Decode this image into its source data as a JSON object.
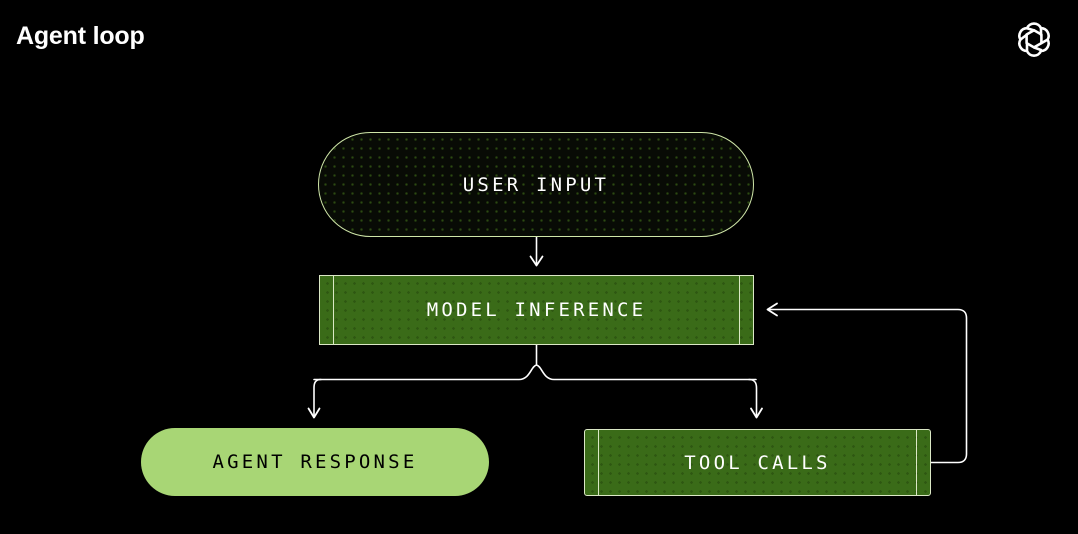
{
  "header": {
    "title": "Agent loop",
    "logo": "openai-logo"
  },
  "diagram": {
    "type": "flowchart",
    "background_color": "#000000",
    "accent_color": "#a8d675",
    "box_fill_color": "#3a6b18",
    "border_color": "#dbe8c6",
    "edge_color": "#ffffff",
    "nodes": [
      {
        "id": "user-input",
        "label": "USER INPUT",
        "shape": "pill",
        "style": "outlined-dark",
        "text_color": "#ffffff"
      },
      {
        "id": "model-inference",
        "label": "MODEL INFERENCE",
        "shape": "process-box",
        "style": "filled-green",
        "text_color": "#ffffff"
      },
      {
        "id": "agent-response",
        "label": "AGENT RESPONSE",
        "shape": "pill",
        "style": "filled-light-green",
        "text_color": "#000000"
      },
      {
        "id": "tool-calls",
        "label": "TOOL CALLS",
        "shape": "process-box",
        "style": "filled-green",
        "text_color": "#ffffff"
      }
    ],
    "edges": [
      {
        "from": "user-input",
        "to": "model-inference",
        "kind": "straight-down"
      },
      {
        "from": "model-inference",
        "to": "agent-response",
        "kind": "branch-left"
      },
      {
        "from": "model-inference",
        "to": "tool-calls",
        "kind": "branch-right"
      },
      {
        "from": "tool-calls",
        "to": "model-inference",
        "kind": "feedback-loop-right"
      }
    ]
  }
}
